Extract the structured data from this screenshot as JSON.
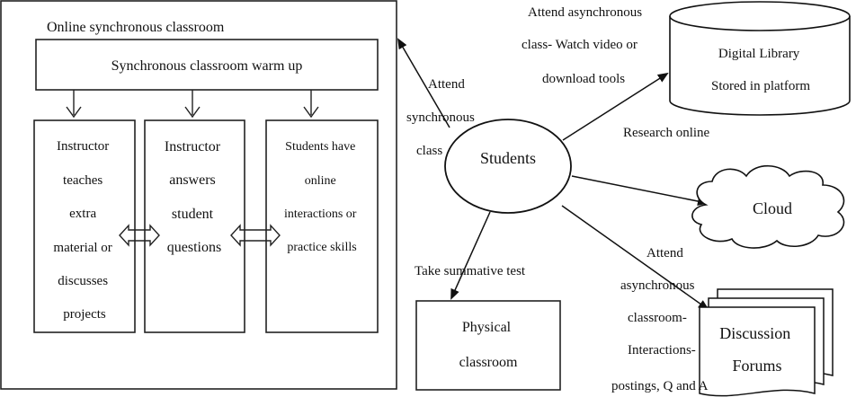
{
  "online_classroom": {
    "title": "Online synchronous classroom",
    "warmup": "Synchronous classroom warm up",
    "col1": [
      "Instructor",
      "teaches",
      "extra",
      "material or",
      "discusses",
      "projects"
    ],
    "col2": [
      "Instructor",
      "answers",
      "student",
      "questions"
    ],
    "col3": [
      "Students have",
      "online",
      "interactions or",
      "practice skills"
    ]
  },
  "students": "Students",
  "edge_sync": [
    "Attend",
    "synchronous",
    "class"
  ],
  "edge_library": [
    "Attend asynchronous",
    "class- Watch video or",
    "download tools"
  ],
  "digital_library": [
    "Digital Library",
    "Stored in platform"
  ],
  "research": "Research online",
  "cloud": "Cloud",
  "edge_forums": [
    "Attend",
    "asynchronous",
    "classroom-",
    "Interactions-",
    "postings, Q and A"
  ],
  "forums": [
    "Discussion",
    "Forums"
  ],
  "edge_test": "Take summative test",
  "physical": [
    "Physical",
    "classroom"
  ]
}
